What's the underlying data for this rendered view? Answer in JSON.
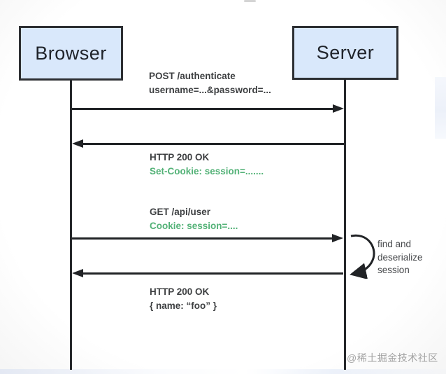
{
  "diagram": {
    "actors": [
      {
        "label": "Browser"
      },
      {
        "label": "Server"
      }
    ],
    "messages": [
      {
        "name": "post-authenticate",
        "direction": "browser-to-server",
        "line1": "POST /authenticate",
        "line2": "username=...&password=..."
      },
      {
        "name": "login-response",
        "direction": "server-to-browser",
        "line1": "HTTP 200 OK",
        "line2": "Set-Cookie: session=......."
      },
      {
        "name": "get-api-user",
        "direction": "browser-to-server",
        "line1": "GET /api/user",
        "line2": "Cookie: session=...."
      },
      {
        "name": "api-response",
        "direction": "server-to-browser",
        "line1": "HTTP 200 OK",
        "line2": "{ name: “foo” }"
      }
    ],
    "server_note": {
      "lines": [
        "find and",
        "deserialize",
        "session"
      ]
    },
    "watermark": "@稀土掘金技术社区"
  },
  "colors": {
    "actor_fill": "#d9e8fb",
    "actor_border": "#2d2f33",
    "line": "#212326",
    "text": "#3d3f41",
    "cookie_green": "#53b277",
    "watermark_gray": "#a3a3a3"
  }
}
